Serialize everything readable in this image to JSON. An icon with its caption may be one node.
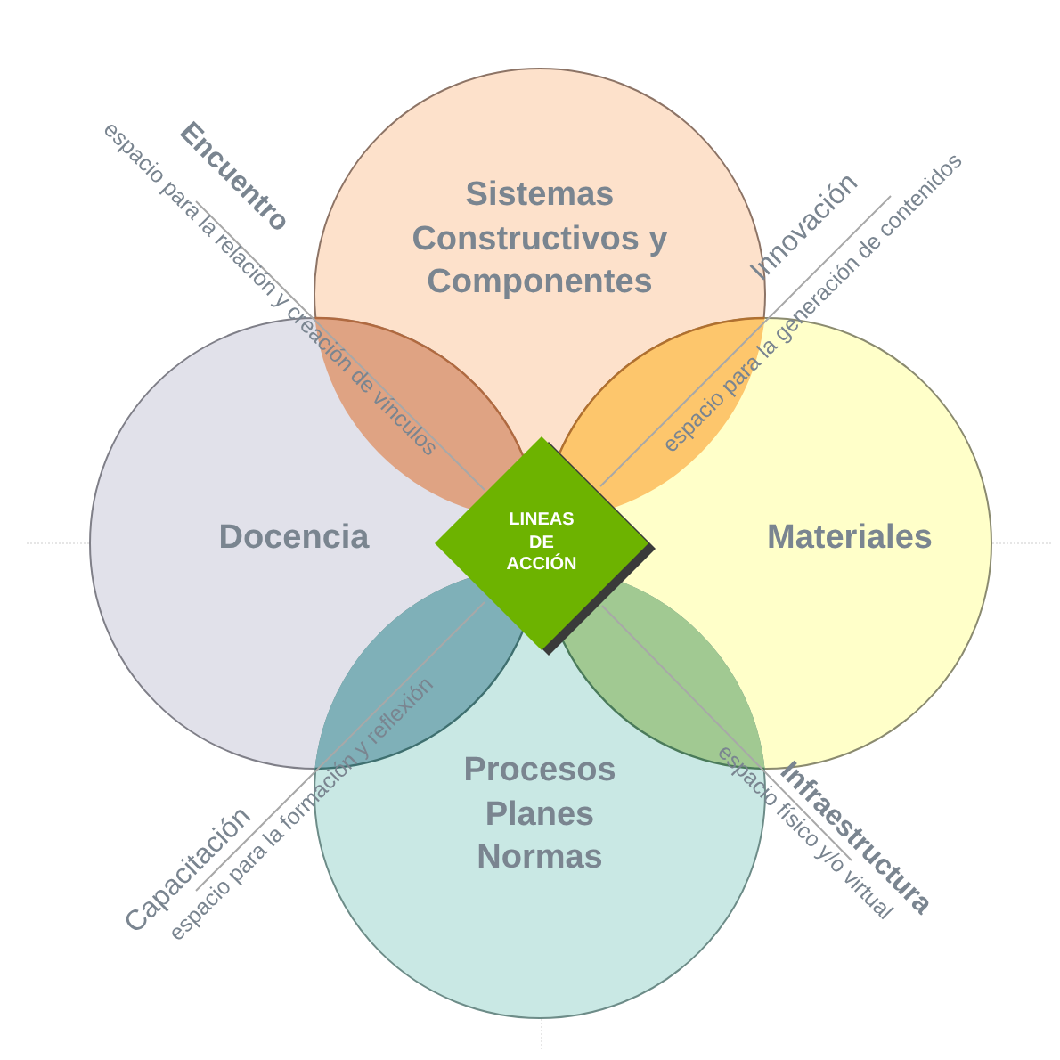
{
  "diagram": {
    "nodes": [
      {
        "text": [
          "Sistemas Constructivos y Componentes"
        ]
      },
      {
        "text": [
          "Docencia"
        ]
      },
      {
        "text": [
          "Materiales"
        ]
      },
      {
        "text": [
          "Procesos Planes Normas"
        ]
      },
      {
        "text": [
          "LINEAS DE ACCIÓN"
        ]
      }
    ],
    "labels": [
      "espacio para la relación y creación de vínculos",
      "Encuentro",
      "Innovación",
      "espacio para la generación de contenidos",
      "Capacitación",
      "espacio para la formación y reflexión",
      "Infraestructura",
      "espacio físico y/o virtual"
    ]
  }
}
